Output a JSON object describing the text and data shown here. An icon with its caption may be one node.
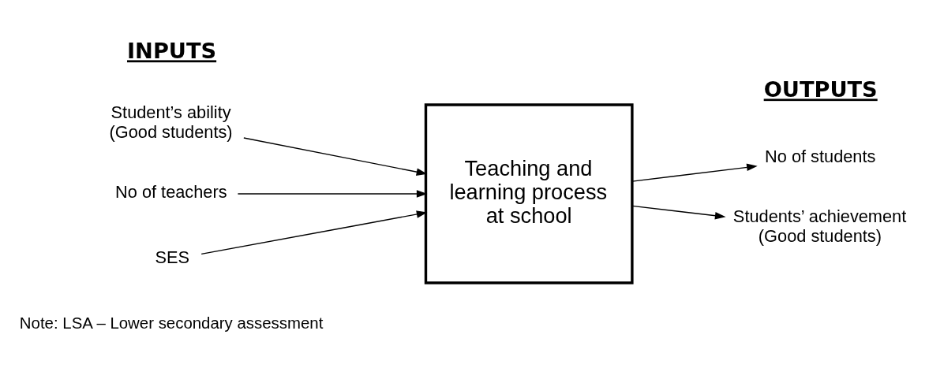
{
  "diagram": {
    "nodes": [
      {
        "text": [
          "Student’s ability (Good students)"
        ]
      },
      {
        "text": [
          "No of teachers"
        ]
      },
      {
        "text": [
          "SES"
        ]
      },
      {
        "text": [
          "Teaching and learning process at school"
        ]
      },
      {
        "text": [
          "No of students"
        ]
      },
      {
        "text": [
          "Students’ achievement (Good students)"
        ]
      }
    ],
    "edges": [
      {
        "from": 0,
        "to": 3,
        "arrow": "to"
      },
      {
        "from": 1,
        "to": 3,
        "arrow": "to"
      },
      {
        "from": 2,
        "to": 3,
        "arrow": "to"
      },
      {
        "from": 3,
        "to": 4,
        "arrow": "to"
      },
      {
        "from": 3,
        "to": 5,
        "arrow": "to"
      }
    ],
    "labels": [
      "INPUTS",
      "OUTPUTS",
      "Note: LSA – Lower secondary assessment"
    ]
  }
}
